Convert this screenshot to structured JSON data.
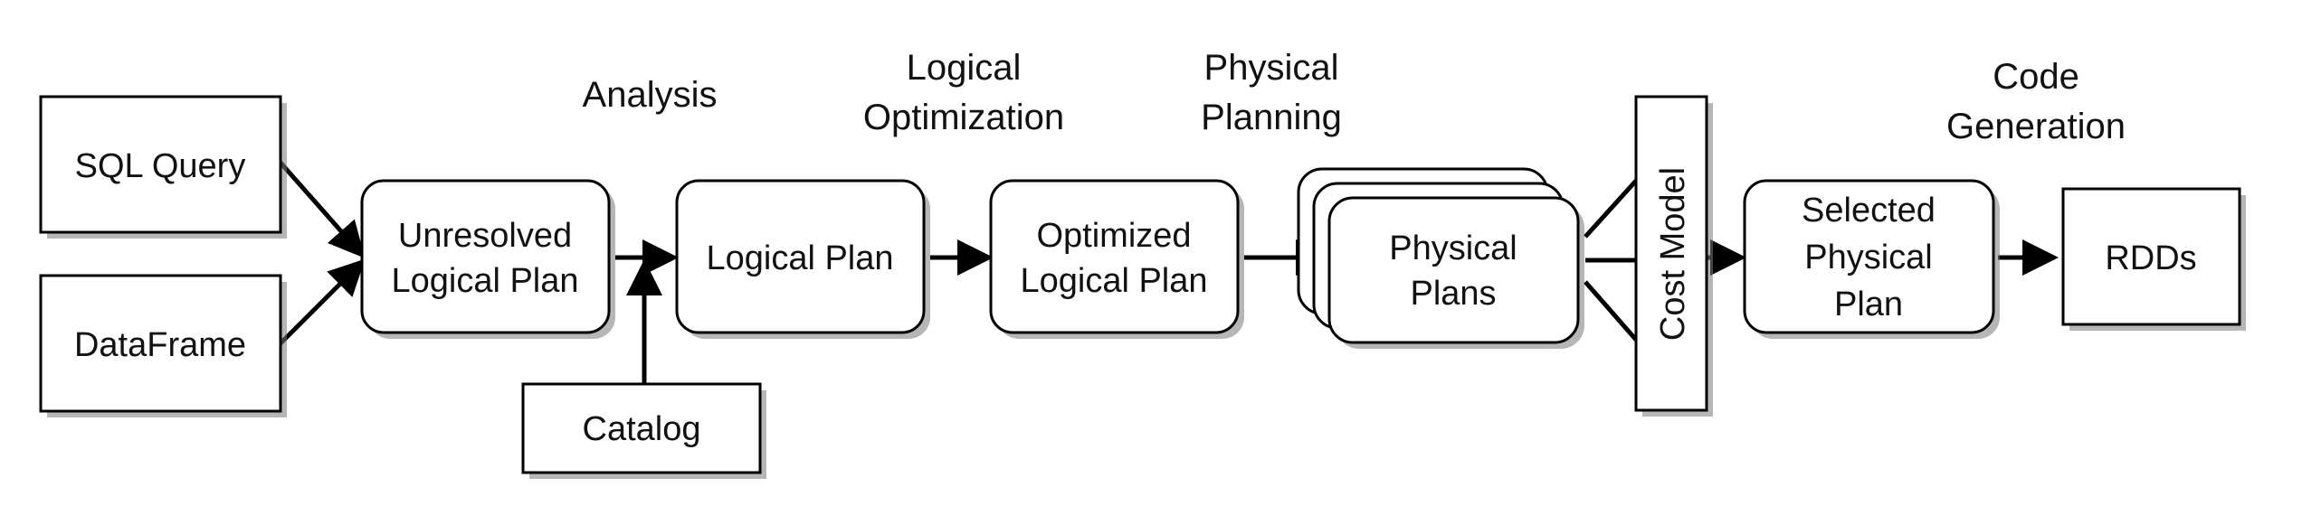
{
  "nodes": {
    "sql_query": "SQL Query",
    "dataframe": "DataFrame",
    "unresolved_line1": "Unresolved",
    "unresolved_line2": "Logical Plan",
    "catalog": "Catalog",
    "logical_plan": "Logical Plan",
    "optimized_line1": "Optimized",
    "optimized_line2": "Logical Plan",
    "physical_plans_line1": "Physical",
    "physical_plans_line2": "Plans",
    "cost_model": "Cost Model",
    "selected_line1": "Selected",
    "selected_line2": "Physical",
    "selected_line3": "Plan",
    "rdds": "RDDs"
  },
  "stages": {
    "analysis": "Analysis",
    "logical_opt_line1": "Logical",
    "logical_opt_line2": "Optimization",
    "physical_planning_line1": "Physical",
    "physical_planning_line2": "Planning",
    "code_gen_line1": "Code",
    "code_gen_line2": "Generation"
  },
  "colors": {
    "stroke": "#000000",
    "fill": "#ffffff",
    "shadow": "#7a7a7a"
  }
}
